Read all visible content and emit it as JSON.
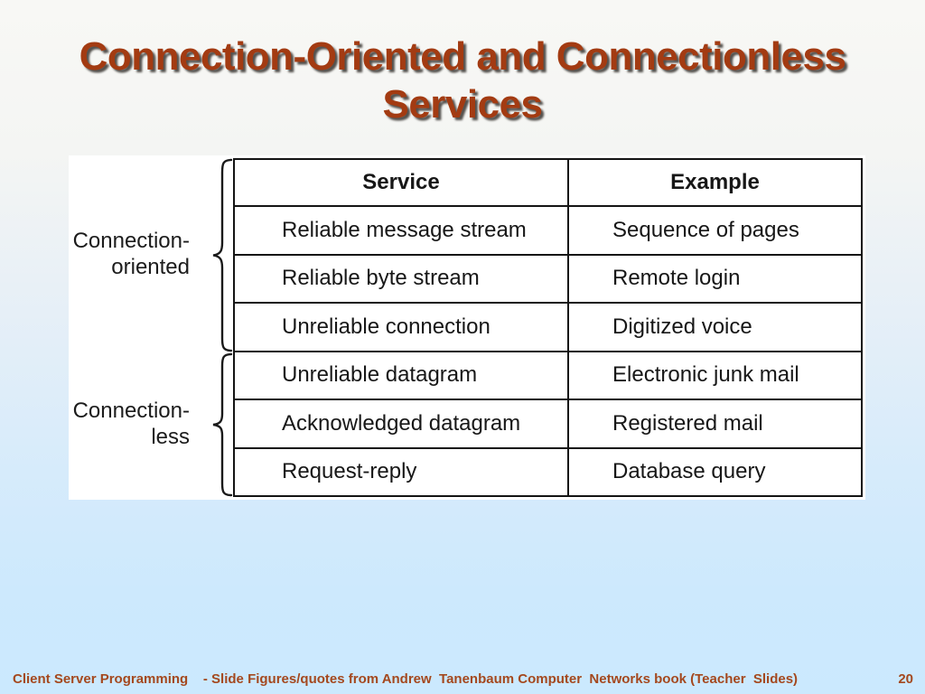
{
  "slide": {
    "title_line1": "Connection-Oriented and Connectionless",
    "title_line2": "Services",
    "title_color": "#a33b12",
    "background_top_color": "#f8f8f5",
    "background_bottom_color": "#cbe9fe"
  },
  "figure": {
    "groups": [
      {
        "label_line1": "Connection-",
        "label_line2": "oriented"
      },
      {
        "label_line1": "Connection-",
        "label_line2": "less"
      }
    ],
    "table": {
      "headers": {
        "service": "Service",
        "example": "Example"
      },
      "rows": [
        {
          "service": "Reliable message stream",
          "example": "Sequence of pages"
        },
        {
          "service": "Reliable byte stream",
          "example": "Remote login"
        },
        {
          "service": "Unreliable connection",
          "example": "Digitized voice"
        },
        {
          "service": "Unreliable datagram",
          "example": "Electronic junk mail"
        },
        {
          "service": "Acknowledged datagram",
          "example": "Registered mail"
        },
        {
          "service": "Request-reply",
          "example": "Database query"
        }
      ]
    }
  },
  "footer": {
    "left_text": "Client Server Programming    - Slide Figures/quotes from Andrew  Tanenbaum Computer  Networks book (Teacher  Slides)",
    "page_number": "20"
  }
}
